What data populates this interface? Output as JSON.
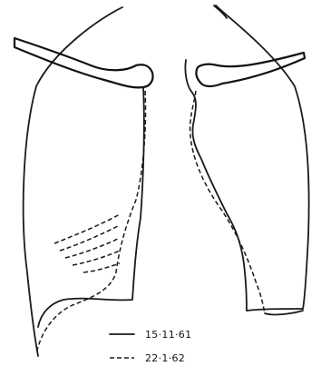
{
  "legend": {
    "items": [
      {
        "label": "15·11·61",
        "line_style": "solid"
      },
      {
        "label": "22·1·62",
        "line_style": "dashed"
      }
    ]
  },
  "colors": {
    "ink": "#1a1a1a",
    "background": "#ffffff"
  }
}
